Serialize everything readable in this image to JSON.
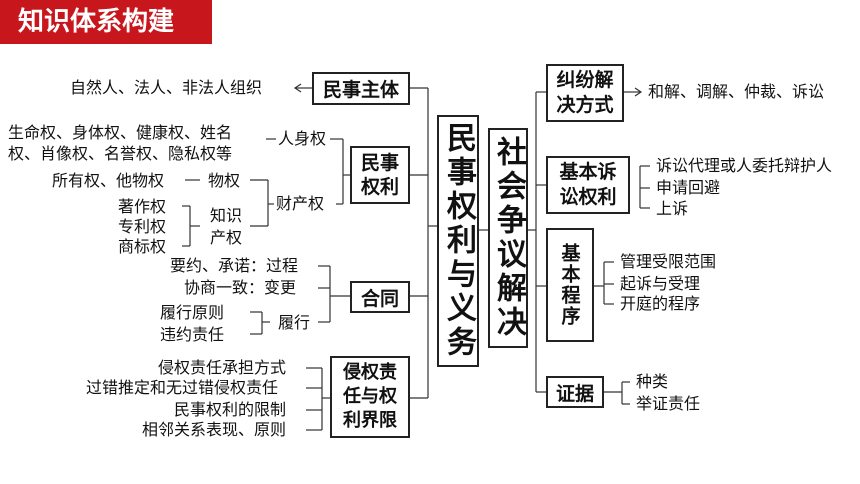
{
  "header": {
    "title": "知识体系构建"
  },
  "center": {
    "left_title": "民事权利与义务",
    "right_title": "社会争议解决"
  },
  "left": {
    "minshi_zhuti": {
      "label": "民事主体",
      "detail": "自然人、法人、非法人组织"
    },
    "minshi_quanli": {
      "label_line1": "民事",
      "label_line2": "权利",
      "renshen": {
        "label": "人身权",
        "detail_line1": "生命权、身体权、健康权、姓名",
        "detail_line2": "权、肖像权、名誉权、隐私权等"
      },
      "caichan": {
        "label": "财产权",
        "wuquan": {
          "label": "物权",
          "detail": "所有权、他物权"
        },
        "zhishi": {
          "label_line1": "知识",
          "label_line2": "产权",
          "items": [
            "著作权",
            "专利权",
            "商标权"
          ]
        }
      }
    },
    "hetong": {
      "label": "合同",
      "items": [
        "要约、承诺：过程",
        "协商一致：变更"
      ],
      "lvxing": {
        "label": "履行",
        "items": [
          "履行原则",
          "违约责任"
        ]
      }
    },
    "qinquan": {
      "label_lines": [
        "侵权责",
        "任与权",
        "利界限"
      ],
      "items": [
        "侵权责任承担方式",
        "过错推定和无过错侵权责任",
        "民事权利的限制",
        "相邻关系表现、原则"
      ]
    }
  },
  "right": {
    "jiufen": {
      "label_line1": "纠纷解",
      "label_line2": "决方式",
      "detail": "和解、调解、仲裁、诉讼"
    },
    "susong": {
      "label_line1": "基本诉",
      "label_line2": "讼权利",
      "items": [
        "诉讼代理或人委托辩护人",
        "申请回避",
        "上诉"
      ]
    },
    "chengxu": {
      "label": "基本程序",
      "items": [
        "管理受限范围",
        "起诉与受理",
        "开庭的程序"
      ]
    },
    "zhengju": {
      "label": "证据",
      "items": [
        "种类",
        "举证责任"
      ]
    }
  },
  "colors": {
    "accent": "#c8161d",
    "line": "#333333"
  }
}
